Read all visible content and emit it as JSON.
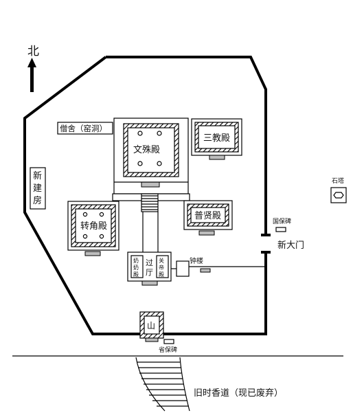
{
  "compass": {
    "label": "北"
  },
  "labels": {
    "sengshe": "僧舍（窑洞）",
    "wenshu": "文殊殿",
    "sanjiao": "三教殿",
    "xinjianfang": [
      "新",
      "建",
      "房"
    ],
    "zhuanjiao": "转角殿",
    "puxian": "普贤殿",
    "nainai": [
      "奶",
      "奶",
      "殿"
    ],
    "guoting": [
      "过",
      "厅"
    ],
    "guandi": [
      "关",
      "帝",
      "殿"
    ],
    "zhonglou": "钟楼",
    "guobaobei": "国保碑",
    "xindamen": "新大门",
    "shengbaobei": "省保碑",
    "shita": "石塔",
    "shan": "山",
    "jiuxiangdao": "旧时香道（现已废弃）"
  }
}
